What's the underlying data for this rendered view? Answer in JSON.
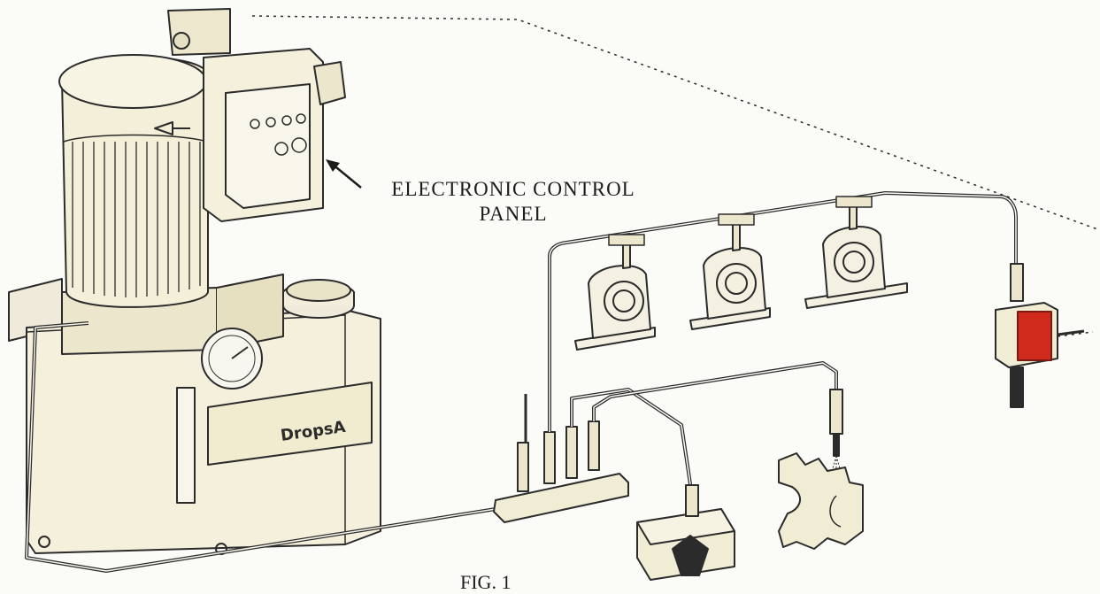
{
  "callout": {
    "line1": "ELECTRONIC  CONTROL",
    "line2": "PANEL"
  },
  "figure_caption": "FIG. 1",
  "nameplate": {
    "brand": "DropsA"
  },
  "colors": {
    "line": "#2b2b2b",
    "body": "#f4f0dc",
    "accent": "#cf2a1c"
  }
}
